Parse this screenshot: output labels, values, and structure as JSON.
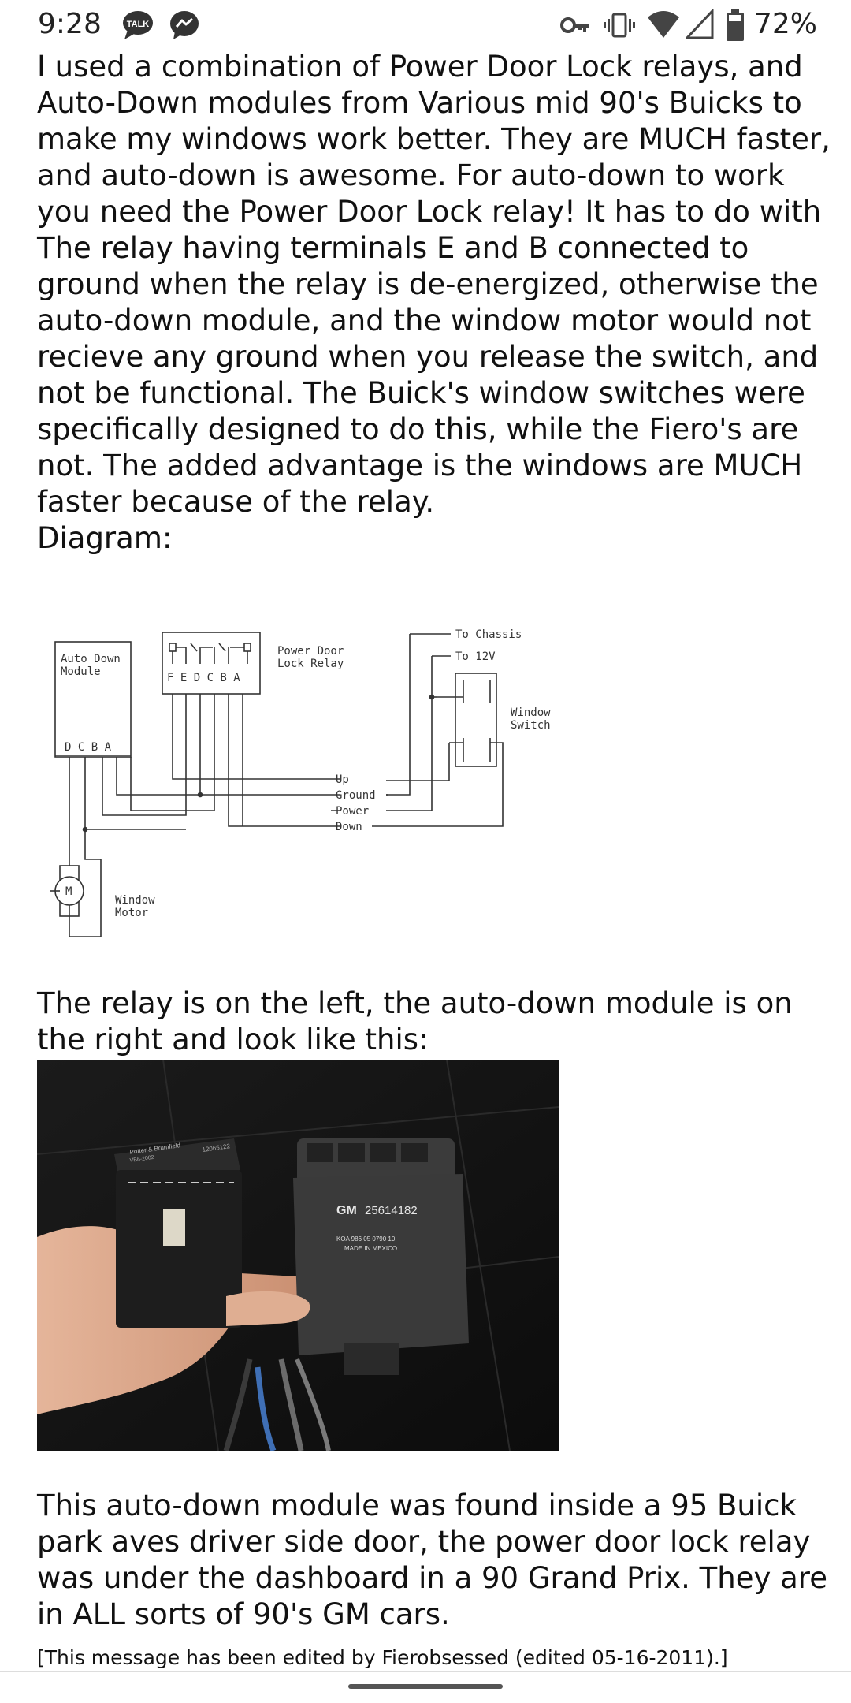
{
  "status_bar": {
    "time": "9:28",
    "talk_badge": "TALK",
    "battery_percent": "72%",
    "icons": [
      "talk-icon",
      "messenger-icon",
      "vpn-key-icon",
      "vibrate-icon",
      "wifi-icon",
      "cell-signal-icon",
      "battery-icon"
    ]
  },
  "post": {
    "paragraph_1": "I used a combination of Power Door Lock relays, and Auto-Down modules from Various mid 90's Buicks to make my windows work better. They are MUCH faster, and auto-down is awesome. For auto-down to work you need the Power Door Lock relay! It has to do with The relay having terminals E and B connected to ground when the relay is de-energized, otherwise the auto-down module, and the window motor would not recieve any ground when you release the switch, and not be functional. The Buick's window switches were specifically designed to do this, while the Fiero's are not. The added advantage is the windows are MUCH faster because of the relay.",
    "diagram_label": "Diagram:",
    "diagram": {
      "module_label_1": "Auto Down",
      "module_label_2": "Module",
      "module_terminals": "D C B A",
      "relay_terminals": "F E D C B A",
      "relay_label_1": "Power Door",
      "relay_label_2": "Lock Relay",
      "to_chassis": "To Chassis",
      "to_12v": "To 12V",
      "switch_label_1": "Window",
      "switch_label_2": "Switch",
      "wire_up": "Up",
      "wire_ground": "Ground",
      "wire_power": "Power",
      "wire_down": "Down",
      "motor_symbol": "M",
      "motor_label_1": "Window",
      "motor_label_2": "Motor"
    },
    "paragraph_2": "The relay is on the left, the auto-down module is on the right and look like this:",
    "photo": {
      "relay_brand": "Potter & Brumfield",
      "relay_model": "VB6-2002",
      "relay_number": "12065122",
      "module_brand": "GM",
      "module_part": "25614182",
      "module_code": "KOA 986 05 0790 10",
      "module_origin": "MADE IN MEXICO"
    },
    "paragraph_3": "This auto-down module was found inside a 95 Buick park aves driver side door, the power door lock relay was under the dashboard in a 90 Grand Prix. They are in ALL sorts of 90's GM cars.",
    "edited_note": "[This message has been edited by Fierobsessed (edited 05-16-2011).]"
  }
}
